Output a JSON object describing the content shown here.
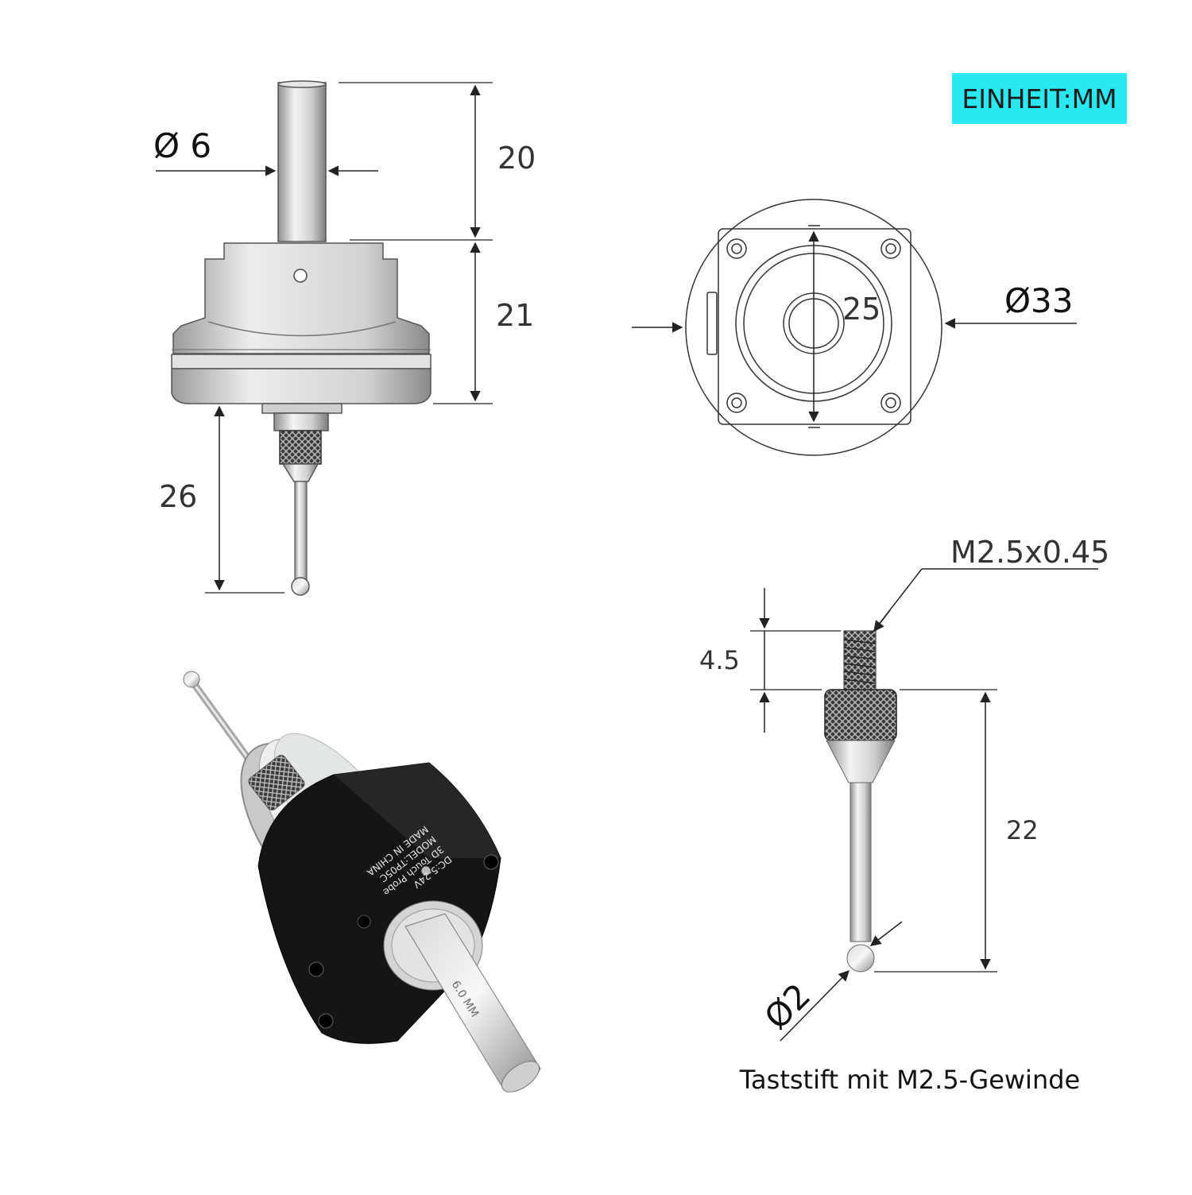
{
  "unit_label": "EINHEIT:MM",
  "caption": "Taststift mit M2.5-Gewinde",
  "dimensions": {
    "shaft_diameter": "Ø 6",
    "shaft_length": "20",
    "body_height": "21",
    "stylus_length": "26",
    "inner_size": "25",
    "outer_diameter": "Ø33",
    "thread_spec": "M2.5x0.45",
    "thread_length": "4.5",
    "stylus_total": "22",
    "ball_diameter": "Ø2"
  },
  "product_print": {
    "voltage": "DC:5-24V",
    "type": "3D Touch Probe",
    "model": "MODEL:TP05C",
    "origin": "MADE IN CHINA",
    "shaft_mark": "6.0 MM"
  },
  "colors": {
    "badge": "#29e8f0",
    "line": "#222222"
  }
}
